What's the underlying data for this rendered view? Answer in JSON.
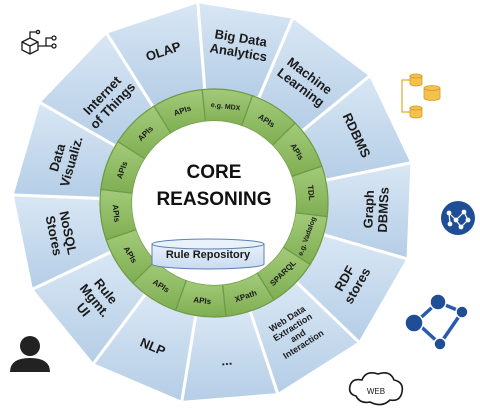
{
  "core": {
    "line1": "CORE",
    "line2": "REASONING"
  },
  "repository": {
    "label": "Rule Repository"
  },
  "segments": [
    {
      "lines": [
        "Internet",
        "of Things"
      ]
    },
    {
      "lines": [
        "OLAP"
      ]
    },
    {
      "lines": [
        "Big Data",
        "Analytics"
      ]
    },
    {
      "lines": [
        "Machine",
        "Learning"
      ]
    },
    {
      "lines": [
        "RDBMS"
      ]
    },
    {
      "lines": [
        "Graph",
        "DBMSs"
      ]
    },
    {
      "lines": [
        "RDF",
        "stores"
      ]
    },
    {
      "lines": [
        "Web Data",
        "Extraction",
        "and",
        "Interaction"
      ]
    },
    {
      "lines": [
        "..."
      ]
    },
    {
      "lines": [
        "NLP"
      ]
    },
    {
      "lines": [
        "Rule",
        "Mgmt.",
        "UI"
      ]
    },
    {
      "lines": [
        "NoSQL",
        "Stores"
      ]
    },
    {
      "lines": [
        "Data",
        "Visualiz."
      ]
    }
  ],
  "ring_labels": [
    "e.g. MDX",
    "APIs",
    "APIs",
    "TDL",
    "e.g. Vadalog",
    "SPARQL",
    "XPath",
    "APIs",
    "APIs",
    "APIs",
    "APIs",
    "APIs",
    "APIs",
    "APIs"
  ],
  "icons": [
    {
      "name": "iot-icon"
    },
    {
      "name": "database-icon"
    },
    {
      "name": "graph-network-icon"
    },
    {
      "name": "rdf-graph-icon"
    },
    {
      "name": "web-cloud-icon",
      "label": "WEB"
    },
    {
      "name": "user-icon"
    }
  ],
  "colors": {
    "segment_fill": "#c6dbee",
    "segment_stroke": "#ffffff",
    "ring_fill": "#8dbb63",
    "ring_stroke": "#6e9a45",
    "core_fill": "#ffffff",
    "icon_blue": "#1f4e96",
    "icon_gold": "#f2c14e"
  }
}
